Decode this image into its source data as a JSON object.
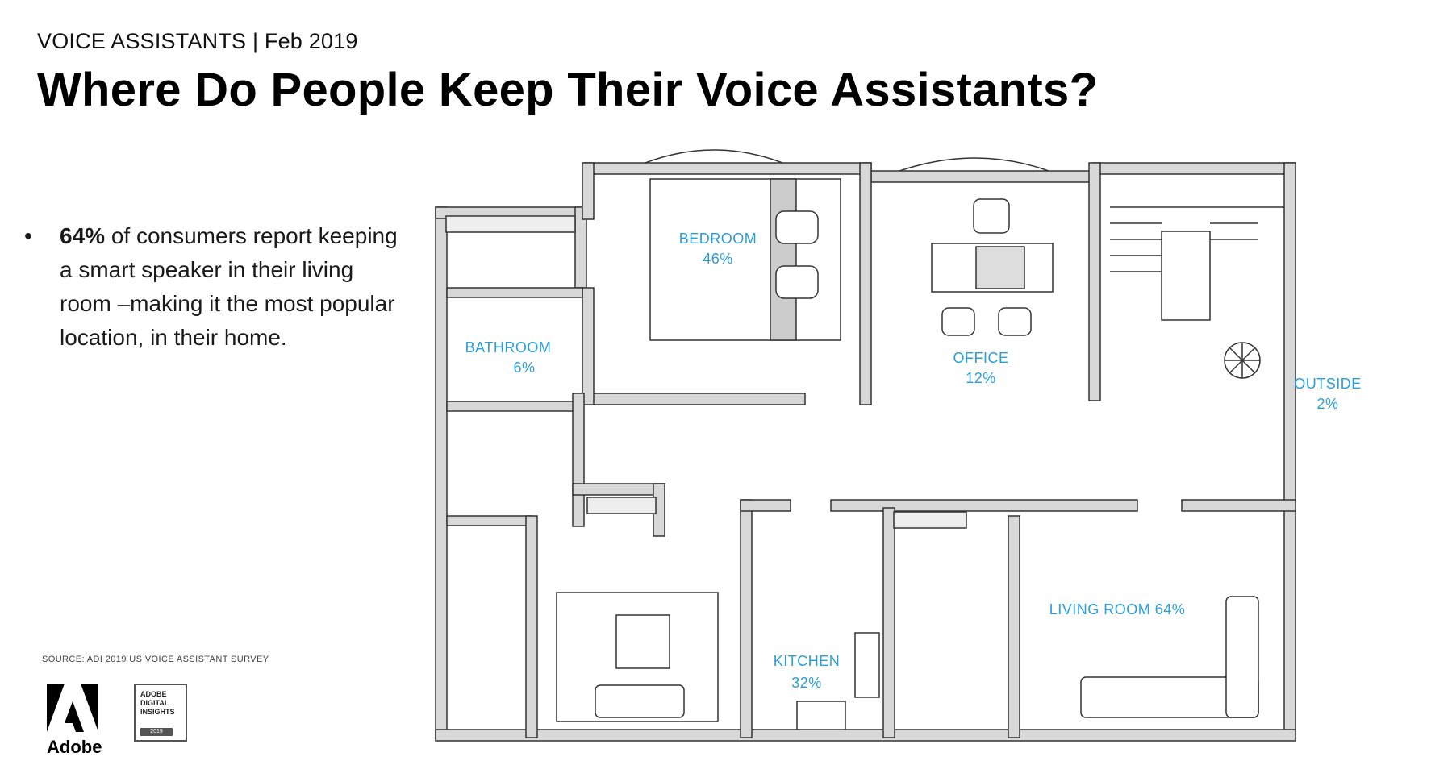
{
  "header": {
    "eyebrow": "VOICE ASSISTANTS | Feb 2019",
    "title": "Where Do People Keep Their Voice Assistants?"
  },
  "bullet": {
    "highlight": "64%",
    "text": " of consumers report keeping a smart speaker in their living room –making it the most popular location, in their home."
  },
  "source": "SOURCE: ADI 2019 US VOICE ASSISTANT SURVEY",
  "branding": {
    "adobe": "Adobe",
    "badge_lines": [
      "ADOBE",
      "DIGITAL",
      "INSIGHTS"
    ],
    "badge_year": "2019"
  },
  "rooms": {
    "bedroom": {
      "name": "BEDROOM",
      "value": "46%"
    },
    "bathroom": {
      "name": "BATHROOM",
      "value": "6%"
    },
    "office": {
      "name": "OFFICE",
      "value": "12%"
    },
    "outside": {
      "name": "OUTSIDE",
      "value": "2%"
    },
    "kitchen": {
      "name": "KITCHEN",
      "value": "32%"
    },
    "living_room": {
      "name": "LIVING ROOM 64%"
    }
  },
  "colors": {
    "accent": "#2a9fd6",
    "wall_fill": "#d8d8d8",
    "wall_stroke": "#333333"
  }
}
